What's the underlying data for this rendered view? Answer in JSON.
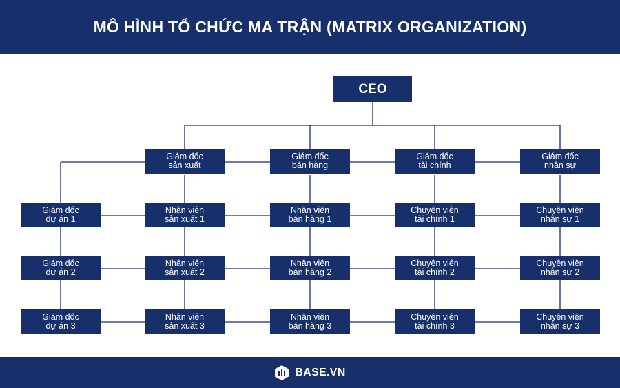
{
  "title": "MÔ HÌNH TỔ CHỨC MA TRẬN (MATRIX ORGANIZATION)",
  "ceo": "CEO",
  "directors": [
    {
      "line1": "Giám đốc",
      "line2": "sản xuất"
    },
    {
      "line1": "Giám đốc",
      "line2": "bán hàng"
    },
    {
      "line1": "Giám đốc",
      "line2": "tài chính"
    },
    {
      "line1": "Giám đốc",
      "line2": "nhân sự"
    }
  ],
  "projects": [
    {
      "line1": "Giám đốc",
      "line2": "dự án 1"
    },
    {
      "line1": "Giám đốc",
      "line2": "dự án 2"
    },
    {
      "line1": "Giám đốc",
      "line2": "dự án 3"
    }
  ],
  "grid": [
    [
      {
        "line1": "Nhân viên",
        "line2": "sản xuất 1"
      },
      {
        "line1": "Nhân viên",
        "line2": "bán hàng 1"
      },
      {
        "line1": "Chuyên viên",
        "line2": "tài chính 1"
      },
      {
        "line1": "Chuyên viên",
        "line2": "nhân sự 1"
      }
    ],
    [
      {
        "line1": "Nhân viên",
        "line2": "sản xuất 2"
      },
      {
        "line1": "Nhân viên",
        "line2": "bán hàng 2"
      },
      {
        "line1": "Chuyên viên",
        "line2": "tài chính 2"
      },
      {
        "line1": "Chuyên viên",
        "line2": "nhân sự 2"
      }
    ],
    [
      {
        "line1": "Nhân viên",
        "line2": "sản xuất 3"
      },
      {
        "line1": "Nhân viên",
        "line2": "bán hàng 3"
      },
      {
        "line1": "Chuyên viên",
        "line2": "tài chính 3"
      },
      {
        "line1": "Chuyên viên",
        "line2": "nhân sự 3"
      }
    ]
  ],
  "brand": {
    "text": "BASE.VN",
    "icon": "base-logo-icon"
  },
  "colors": {
    "primary": "#17306b",
    "line": "#17306b",
    "background": "#ffffff"
  }
}
